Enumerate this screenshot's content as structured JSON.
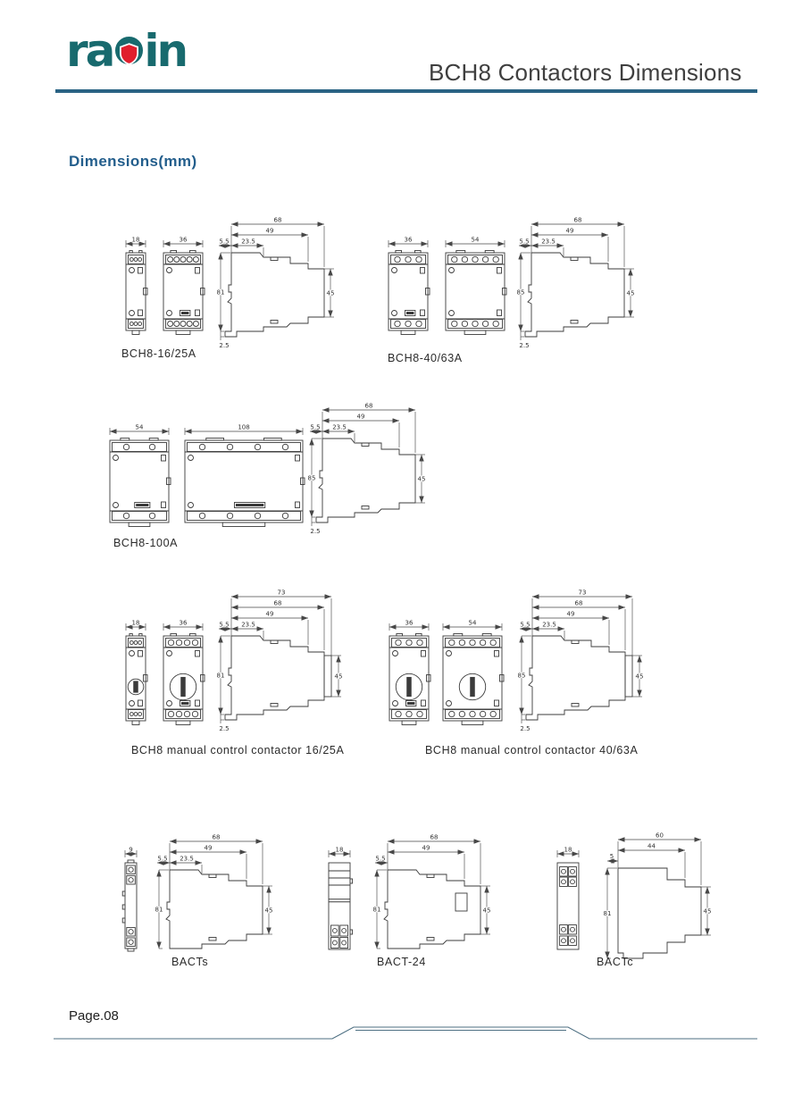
{
  "header": {
    "brand_left": "ra",
    "brand_right": "in",
    "title": "BCH8 Contactors Dimensions"
  },
  "section": {
    "heading": "Dimensions(mm)"
  },
  "footer": {
    "page": "Page.08"
  },
  "colors": {
    "logo_teal": "#186a6e",
    "shield_red": "#e01f2d",
    "heading_blue": "#235e8c",
    "rule_blue": "#2a6384",
    "drawing_gray": "#3b3b3b"
  },
  "drawings": {
    "g1": {
      "label": "BCH8-16/25A",
      "front1": "18",
      "front2": "36",
      "d68": "68",
      "d49": "49",
      "d55": "5.5",
      "d235": "23.5",
      "h": "81",
      "h45": "45",
      "d25": "2.5"
    },
    "g2": {
      "label": "BCH8-40/63A",
      "front1": "36",
      "front2": "54",
      "d68": "68",
      "d49": "49",
      "d55": "5.5",
      "d235": "23.5",
      "h": "85",
      "h45": "45",
      "d25": "2.5"
    },
    "g3": {
      "label": "BCH8-100A",
      "front1": "54",
      "front2": "108",
      "d68": "68",
      "d49": "49",
      "d55": "5.5",
      "d235": "23.5",
      "h": "85",
      "h45": "45",
      "d25": "2.5"
    },
    "g4": {
      "label": "BCH8 manual control contactor 16/25A",
      "front1": "18",
      "front2": "36",
      "d73": "73",
      "d68": "68",
      "d49": "49",
      "d55": "5.5",
      "d235": "23.5",
      "h": "81",
      "h45": "45",
      "d25": "2.5"
    },
    "g5": {
      "label": "BCH8 manual control contactor 40/63A",
      "front1": "36",
      "front2": "54",
      "d73": "73",
      "d68": "68",
      "d49": "49",
      "d55": "5.5",
      "d235": "23.5",
      "h": "85",
      "h45": "45",
      "d25": "2.5"
    },
    "g6": {
      "label": "BACTs",
      "front1": "9",
      "d68": "68",
      "d49": "49",
      "d55": "5.5",
      "d235": "23.5",
      "h": "81",
      "h45": "45"
    },
    "g7": {
      "label": "BACT-24",
      "front1": "18",
      "d68": "68",
      "d49": "49",
      "d55": "5.5",
      "h": "81",
      "h45": "45"
    },
    "g8": {
      "label": "BACTc",
      "front1": "18",
      "d60": "60",
      "d44": "44",
      "d5": "5",
      "h": "81",
      "h45": "45"
    }
  }
}
